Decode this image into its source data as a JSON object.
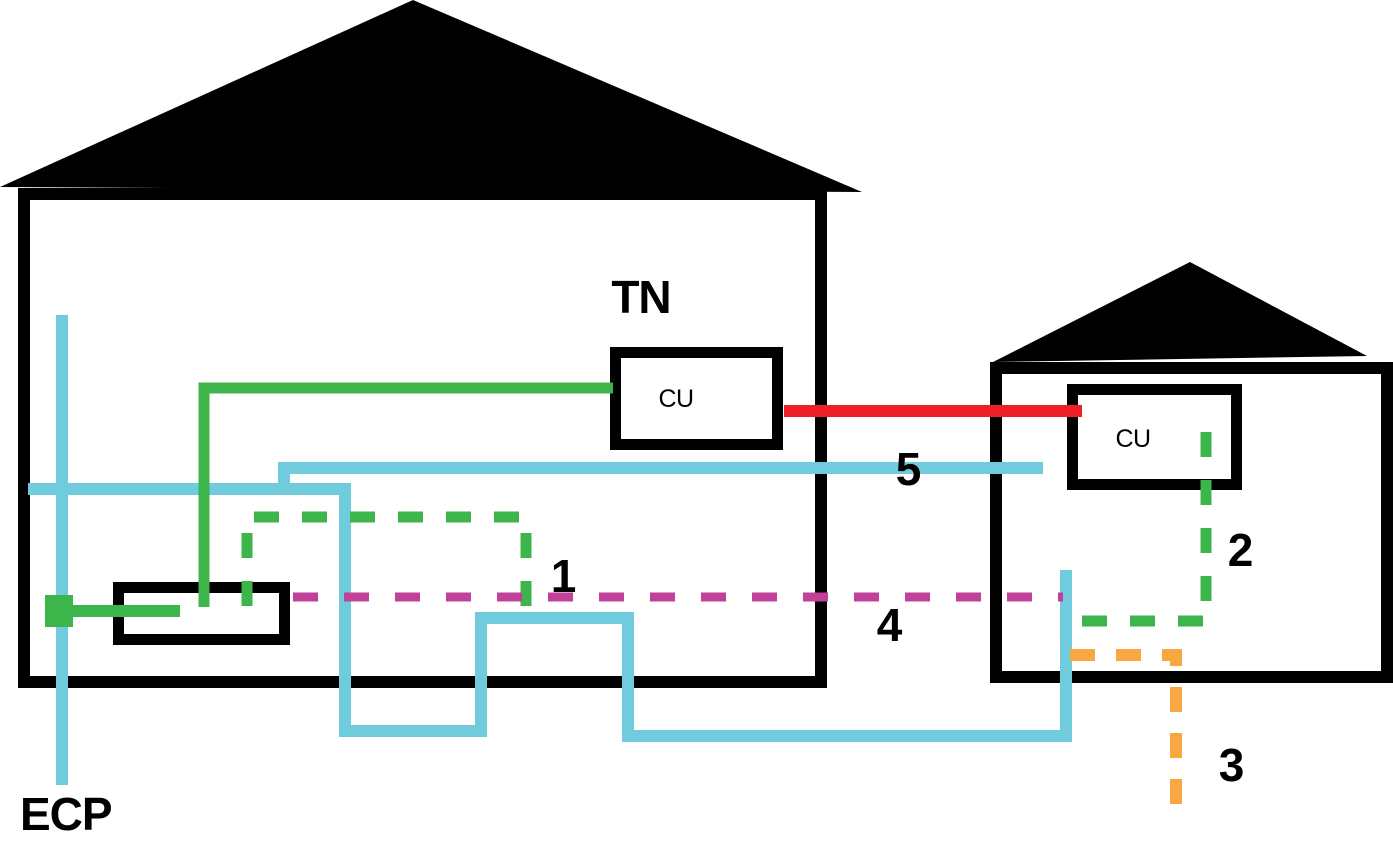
{
  "labels": {
    "system": "TN",
    "left_cu": "CU",
    "right_cu": "CU",
    "ecp": "ECP",
    "conductor_1": "1",
    "conductor_2": "2",
    "conductor_3": "3",
    "conductor_4": "4",
    "conductor_5": "5"
  },
  "colors": {
    "black": "#000000",
    "cyan": "#70CCDD",
    "green": "#3CB54A",
    "red": "#EC2027",
    "magenta": "#C0419A",
    "orange": "#F9A841",
    "background": "#FFFFFF"
  }
}
